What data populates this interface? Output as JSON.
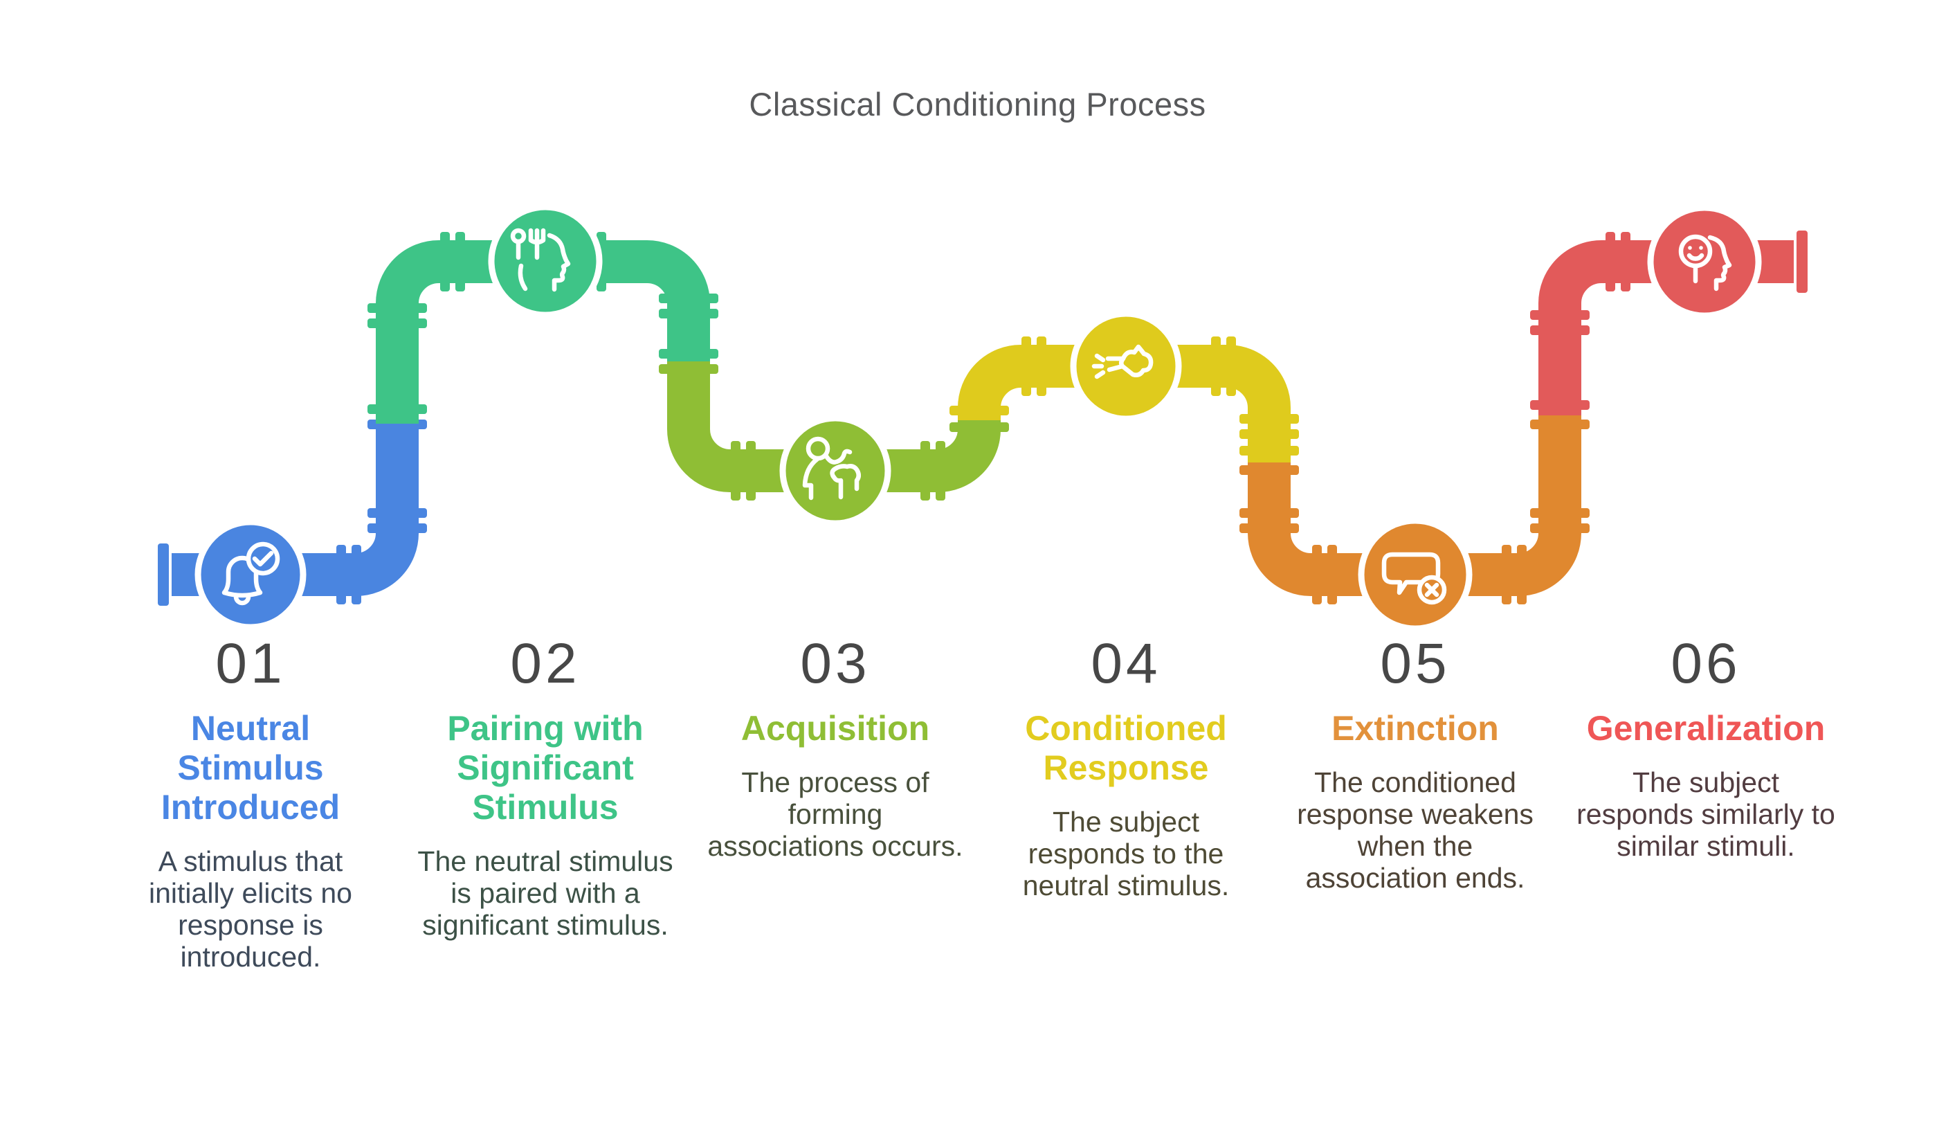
{
  "title": "Classical Conditioning Process",
  "title_color": "#58595B",
  "number_color": "#474747",
  "steps": [
    {
      "num": "01",
      "heading": [
        "Neutral",
        "Stimulus",
        "Introduced"
      ],
      "description": [
        "A stimulus that",
        "initially elicits no",
        "response is",
        "introduced."
      ],
      "color": "#4A85E0",
      "heading_color": "#4A86E4",
      "desc_color": "#3E4A5A",
      "icon": "bell-check-icon"
    },
    {
      "num": "02",
      "heading": [
        "Pairing with",
        "Significant",
        "Stimulus"
      ],
      "description": [
        "The neutral stimulus",
        "is paired with a",
        "significant stimulus."
      ],
      "color": "#3EC487",
      "heading_color": "#3EC487",
      "desc_color": "#3C5146",
      "icon": "head-utensils-icon"
    },
    {
      "num": "03",
      "heading": [
        "Acquisition"
      ],
      "description": [
        "The process of",
        "forming",
        "associations occurs."
      ],
      "color": "#8FBE35",
      "heading_color": "#8FBE35",
      "desc_color": "#48503C",
      "icon": "person-petting-dog-icon"
    },
    {
      "num": "04",
      "heading": [
        "Conditioned",
        "Response"
      ],
      "description": [
        "The subject",
        "responds to the",
        "neutral stimulus."
      ],
      "color": "#DFCB1D",
      "heading_color": "#E2CC1F",
      "desc_color": "#4E4B35",
      "icon": "barking-dog-icon"
    },
    {
      "num": "05",
      "heading": [
        "Extinction"
      ],
      "description": [
        "The conditioned",
        "response weakens",
        "when the",
        "association ends."
      ],
      "color": "#E0882F",
      "heading_color": "#E2913B",
      "desc_color": "#4E4336",
      "icon": "speech-bubble-cancel-icon"
    },
    {
      "num": "06",
      "heading": [
        "Generalization"
      ],
      "description": [
        "The subject",
        "responds similarly to",
        "similar stimuli."
      ],
      "color": "#E25A5A",
      "heading_color": "#EF5656",
      "desc_color": "#513C40",
      "icon": "head-smiley-icon"
    }
  ]
}
